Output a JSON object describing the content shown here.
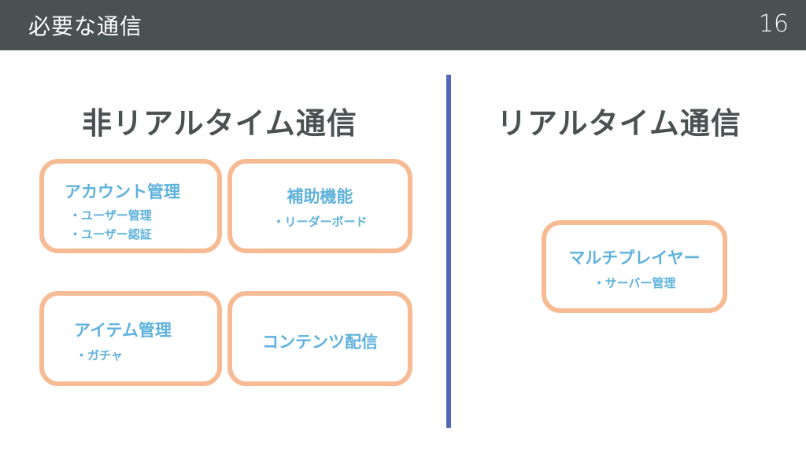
{
  "header": {
    "title": "必要な通信",
    "page_number": "16"
  },
  "left_section": {
    "heading": "非リアルタイム通信",
    "cards": [
      {
        "title": "アカウント管理",
        "items": [
          "・ユーザー管理",
          "・ユーザー認証"
        ]
      },
      {
        "title": "補助機能",
        "items": [
          "・リーダーボード"
        ]
      },
      {
        "title": "アイテム管理",
        "items": [
          "・ガチャ"
        ]
      },
      {
        "title": "コンテンツ配信",
        "items": []
      }
    ]
  },
  "right_section": {
    "heading": "リアルタイム通信",
    "cards": [
      {
        "title": "マルチプレイヤー",
        "items": [
          "・サーバー管理"
        ]
      }
    ]
  },
  "colors": {
    "header_bg": "#4b5151",
    "card_border": "#f6bb93",
    "card_text": "#5fb2dc",
    "divider": "#5468b6",
    "heading_text": "#4b5151"
  }
}
